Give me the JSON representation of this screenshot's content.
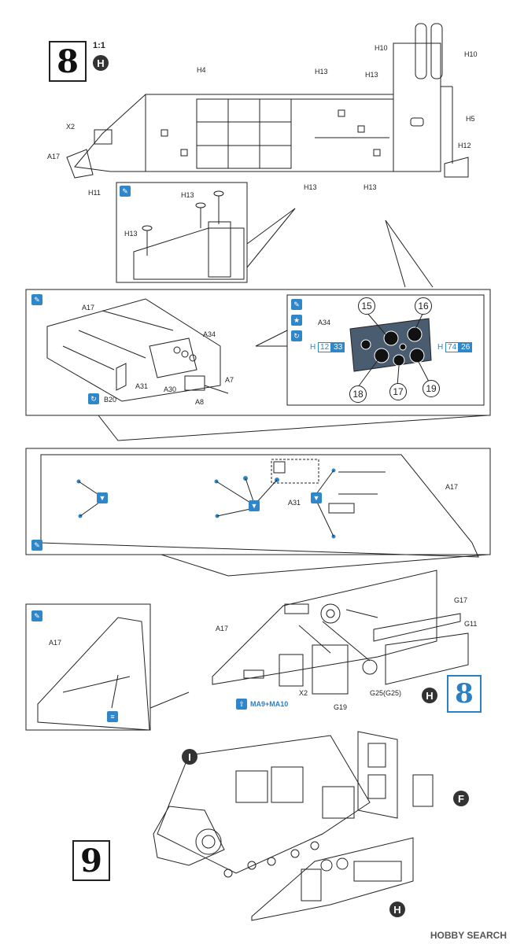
{
  "step8": {
    "number": "8",
    "scale": "1:1",
    "badge": "H",
    "labels": {
      "h10_left": "H10",
      "h10_right": "H10",
      "h4": "H4",
      "h13_top": "H13",
      "h13_right": "H13",
      "x2_top": "X2",
      "h5": "H5",
      "a17_top": "A17",
      "h12": "H12",
      "h11": "H11",
      "h13_bottom_left": "H13",
      "h13_bottom_right": "H13"
    },
    "detail_h13": {
      "label_top": "H13",
      "label_left": "H13"
    },
    "detail_a17": {
      "a17": "A17",
      "a34": "A34",
      "a31": "A31",
      "a30": "A30",
      "a7": "A7",
      "a8": "A8",
      "b20": "B20"
    },
    "gauges": {
      "a34": "A34",
      "numbers": [
        "15",
        "16",
        "17",
        "18",
        "19"
      ],
      "paint_left": {
        "prefix": "H",
        "code_a": "12",
        "code_b": "33"
      },
      "paint_right": {
        "prefix": "H",
        "code_a": "74",
        "code_b": "26"
      }
    },
    "decal_panel": {
      "a31": "A31",
      "a17": "A17"
    },
    "lower": {
      "a17_left": "A17",
      "a17_main": "A17",
      "g17": "G17",
      "g11": "G11",
      "x2": "X2",
      "g19": "G19",
      "g25": "G25(G25)",
      "ma_ref": "MA9+MA10",
      "badge": "H",
      "step_ref": "8"
    }
  },
  "step9": {
    "number": "9",
    "badge_i": "I",
    "badge_f": "F",
    "badge_h": "H"
  },
  "watermark": "HOBBY SEARCH",
  "colors": {
    "accent": "#2f86c8",
    "panel": "#4a5d70",
    "line": "#222222"
  }
}
